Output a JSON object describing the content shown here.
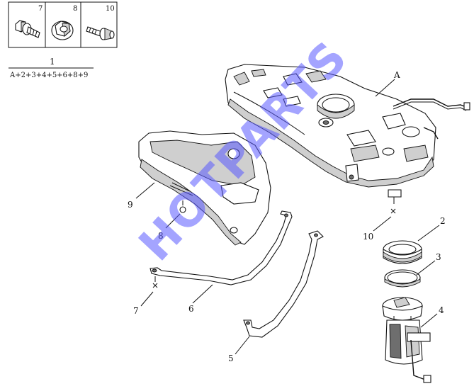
{
  "legend": {
    "cells": [
      {
        "number": "7",
        "icon": "flange-bolt-icon"
      },
      {
        "number": "8",
        "icon": "flange-nut-icon"
      },
      {
        "number": "10",
        "icon": "shoulder-bolt-icon"
      }
    ]
  },
  "assembly": {
    "number": "1",
    "formula": "A+2+3+4+5+6+8+9"
  },
  "callouts": {
    "A": "A",
    "p2": "2",
    "p3": "3",
    "p4": "4",
    "p5": "5",
    "p6": "6",
    "p7": "7",
    "p8": "8",
    "p9": "9",
    "p10": "10"
  },
  "watermark": "HOTPARTS",
  "colors": {
    "line": "#111111",
    "shade": "#cfcfcf",
    "watermark": "#5a5aff"
  }
}
